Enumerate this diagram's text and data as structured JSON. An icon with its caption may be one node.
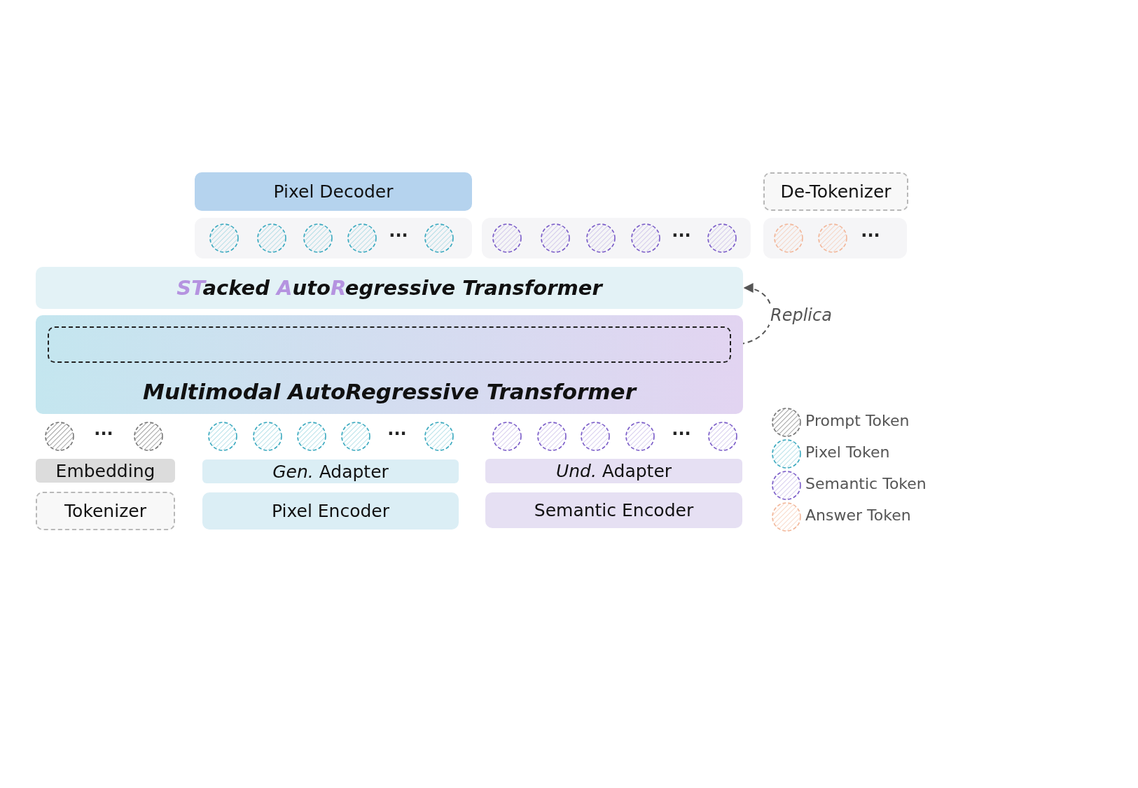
{
  "diagram": {
    "nodes": [
      {
        "text": [
          "Pixel Decoder"
        ]
      },
      {
        "text": [
          "De-Tokenizer"
        ]
      },
      {
        "text": [
          "STacked AutoRegressive Transformer"
        ]
      },
      {
        "text": [
          "Multimodal AutoRegressive Transformer"
        ]
      },
      {
        "text": [],
        "shape": "box",
        "in": 3
      },
      {
        "text": [
          "Embedding"
        ]
      },
      {
        "text": [
          "Tokenizer"
        ]
      },
      {
        "text": [
          "*Gen.* Adapter"
        ]
      },
      {
        "text": [
          "Pixel Encoder"
        ]
      },
      {
        "text": [
          "*Und.* Adapter"
        ]
      },
      {
        "text": [
          "Semantic Encoder"
        ]
      }
    ],
    "edges": [
      {
        "from": 4,
        "to": 2,
        "arrow": "to",
        "style": "dashed",
        "label": "Replica"
      }
    ],
    "labels": [
      "···",
      "···",
      "···",
      "···",
      "···",
      "···"
    ],
    "legend": [
      {
        "text": "Prompt Token"
      },
      {
        "text": "Pixel Token"
      },
      {
        "text": "Semantic Token"
      },
      {
        "text": "Answer Token"
      }
    ]
  }
}
